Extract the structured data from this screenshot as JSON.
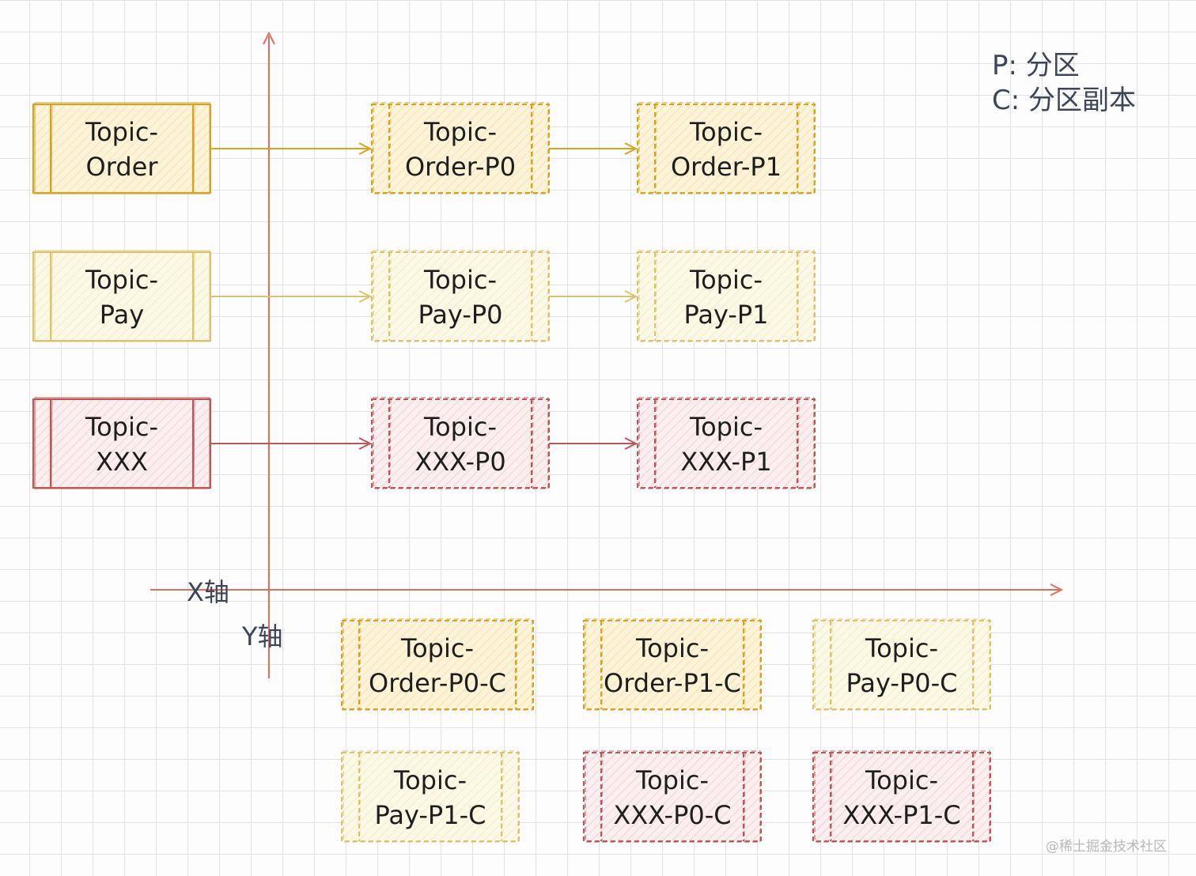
{
  "colors": {
    "order": "#d9a21f",
    "order_fill": "#fdf1cf",
    "pay": "#dcc46a",
    "pay_fill": "#fbf5db",
    "xxx": "#c25555",
    "xxx_fill": "#f6dcdc",
    "axis": "#e06e5e",
    "grid": "#e2e2e2"
  },
  "legend": {
    "p_line": "P: 分区",
    "c_line": "C: 分区副本"
  },
  "axes": {
    "x_label": "X轴",
    "y_label": "Y轴"
  },
  "topics": [
    {
      "id": "order",
      "line1": "Topic-",
      "line2": "Order",
      "color": "order"
    },
    {
      "id": "pay",
      "line1": "Topic-",
      "line2": "Pay",
      "color": "pay"
    },
    {
      "id": "xxx",
      "line1": "Topic-",
      "line2": "XXX",
      "color": "xxx"
    }
  ],
  "partitions": [
    {
      "id": "order-p0",
      "line1": "Topic-",
      "line2": "Order-P0",
      "color": "order"
    },
    {
      "id": "order-p1",
      "line1": "Topic-",
      "line2": "Order-P1",
      "color": "order"
    },
    {
      "id": "pay-p0",
      "line1": "Topic-",
      "line2": "Pay-P0",
      "color": "pay"
    },
    {
      "id": "pay-p1",
      "line1": "Topic-",
      "line2": "Pay-P1",
      "color": "pay"
    },
    {
      "id": "xxx-p0",
      "line1": "Topic-",
      "line2": "XXX-P0",
      "color": "xxx"
    },
    {
      "id": "xxx-p1",
      "line1": "Topic-",
      "line2": "XXX-P1",
      "color": "xxx"
    }
  ],
  "replicas": [
    {
      "id": "order-p0-c",
      "line1": "Topic-",
      "line2": "Order-P0-C",
      "color": "order"
    },
    {
      "id": "order-p1-c",
      "line1": "Topic-",
      "line2": "Order-P1-C",
      "color": "order"
    },
    {
      "id": "pay-p0-c",
      "line1": "Topic-",
      "line2": "Pay-P0-C",
      "color": "pay"
    },
    {
      "id": "pay-p1-c",
      "line1": "Topic-",
      "line2": "Pay-P1-C",
      "color": "pay"
    },
    {
      "id": "xxx-p0-c",
      "line1": "Topic-",
      "line2": "XXX-P0-C",
      "color": "xxx"
    },
    {
      "id": "xxx-p1-c",
      "line1": "Topic-",
      "line2": "XXX-P1-C",
      "color": "xxx"
    }
  ],
  "watermark": "@稀土掘金技术社区"
}
